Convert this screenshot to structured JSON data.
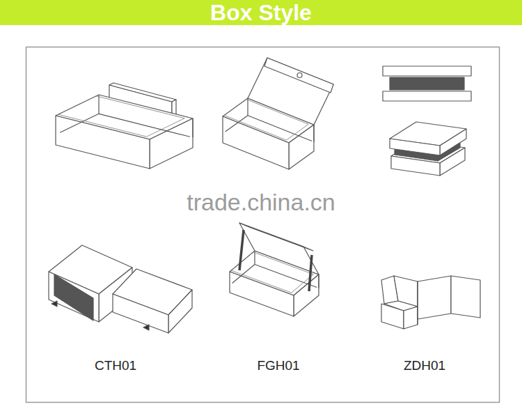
{
  "diagram": {
    "title": "Box Style",
    "labels": [
      "CTH01",
      "FGH01",
      "ZDH01",
      "trade.china.cn"
    ]
  }
}
